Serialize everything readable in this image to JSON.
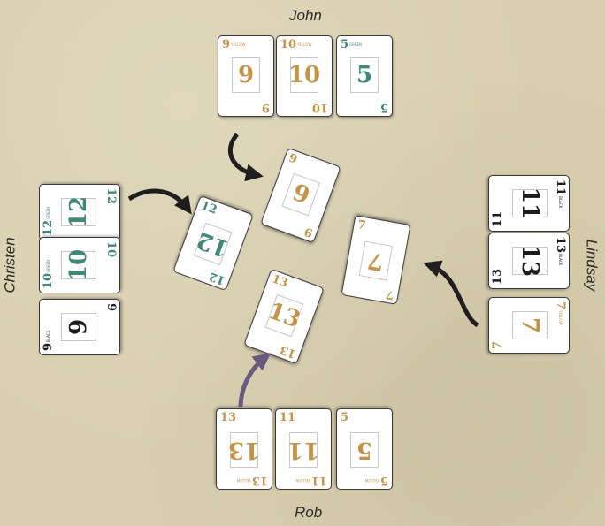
{
  "players": {
    "top": {
      "name": "John"
    },
    "left": {
      "name": "Christen"
    },
    "right": {
      "name": "Lindsay"
    },
    "bottom": {
      "name": "Rob"
    }
  },
  "colors": {
    "gold": "#c69345",
    "green": "#3e8a76",
    "black": "#1c1c1c",
    "arrow": "#1e1e1e",
    "arrow_rob": "#6a5a7e"
  },
  "hands": {
    "top": [
      {
        "value": "9",
        "color": "gold",
        "tag": "YELLOW"
      },
      {
        "value": "10",
        "color": "gold",
        "tag": "YELLOW"
      },
      {
        "value": "5",
        "color": "green",
        "tag": "GREEN"
      }
    ],
    "left": [
      {
        "value": "12",
        "color": "green",
        "tag": "GREEN"
      },
      {
        "value": "10",
        "color": "green",
        "tag": "GREEN"
      },
      {
        "value": "9",
        "color": "black",
        "tag": "BLACK"
      }
    ],
    "right": [
      {
        "value": "11",
        "color": "black",
        "tag": "BLACK"
      },
      {
        "value": "13",
        "color": "black",
        "tag": "BLACK"
      },
      {
        "value": "7",
        "color": "gold",
        "tag": "YELLOW"
      }
    ],
    "bottom": [
      {
        "value": "13",
        "color": "gold",
        "tag": "YELLOW"
      },
      {
        "value": "11",
        "color": "gold",
        "tag": "YELLOW"
      },
      {
        "value": "5",
        "color": "gold",
        "tag": "YELLOW"
      }
    ]
  },
  "played": [
    {
      "player": "John",
      "value": "9",
      "color": "gold"
    },
    {
      "player": "Christen",
      "value": "12",
      "color": "green"
    },
    {
      "player": "Lindsay",
      "value": "7",
      "color": "gold"
    },
    {
      "player": "Rob",
      "value": "13",
      "color": "gold"
    }
  ]
}
